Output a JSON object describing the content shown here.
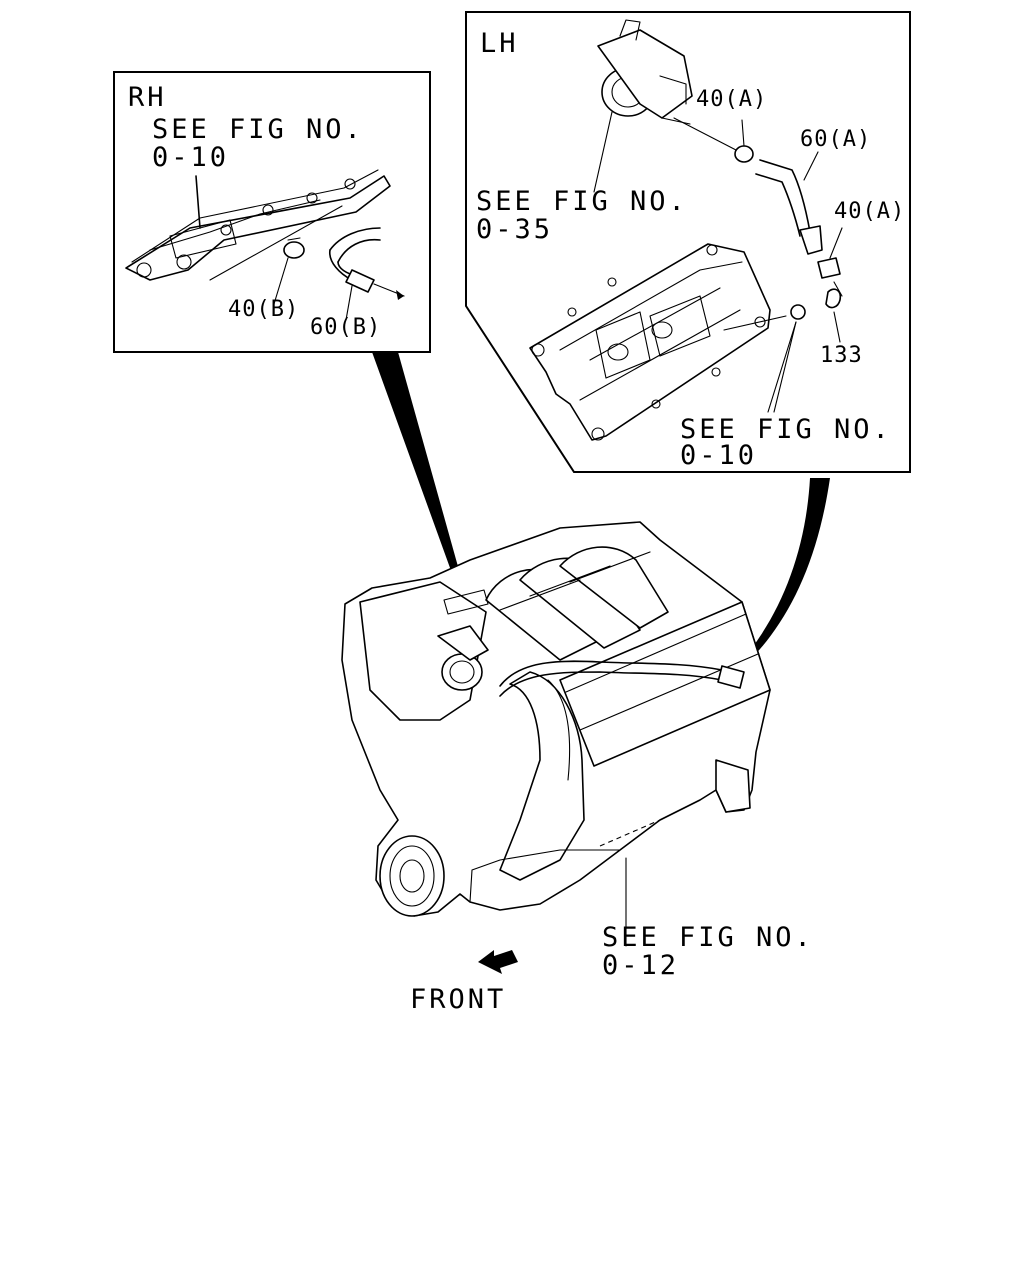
{
  "rh_inset": {
    "side_label": "RH",
    "see_fig": "SEE FIG NO.",
    "see_fig_number": "0-10",
    "clamp_label": "40(B)",
    "hose_label": "60(B)"
  },
  "lh_inset": {
    "side_label": "LH",
    "see_fig_throttle": "SEE FIG NO.",
    "see_fig_throttle_number": "0-35",
    "clamp_top_label": "40(A)",
    "hose_label": "60(A)",
    "clamp_bottom_label": "40(A)",
    "valve_label": "133",
    "see_fig_cover": "SEE FIG NO.",
    "see_fig_cover_number": "0-10"
  },
  "engine": {
    "see_fig": "SEE FIG NO.",
    "see_fig_number": "0-12",
    "front_label": "FRONT"
  },
  "icons": [
    "front-arrow-icon"
  ]
}
